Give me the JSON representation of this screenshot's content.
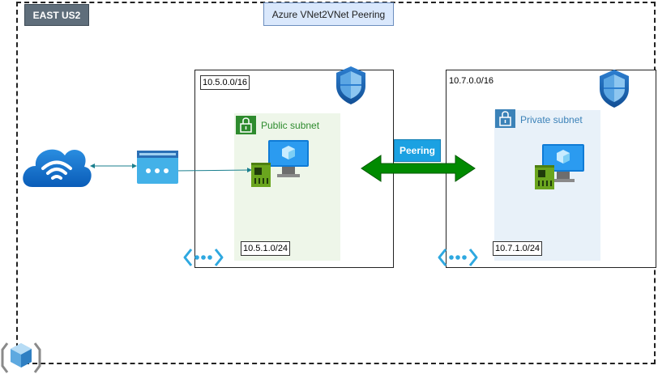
{
  "region": {
    "label": "EAST US2"
  },
  "title": "Azure VNet2VNet Peering",
  "vnet_left": {
    "cidr": "10.5.0.0/16",
    "subnet_name": "Public subnet",
    "subnet_cidr": "10.5.1.0/24"
  },
  "vnet_right": {
    "cidr": "10.7.0.0/16",
    "subnet_name": "Private subnet",
    "subnet_cidr": "10.7.1.0/24"
  },
  "peering": {
    "label": "Peering",
    "color": "#008a00"
  },
  "colors": {
    "azure_blue": "#0078d4",
    "subnet_green": "#2e8b2e",
    "subnet_blue": "#3b82b8"
  },
  "icons": [
    "internet-cloud-icon",
    "gateway-icon",
    "shield-icon",
    "vm-monitor-icon",
    "nic-icon",
    "lock-icon",
    "vnet-icon",
    "resource-group-icon"
  ]
}
